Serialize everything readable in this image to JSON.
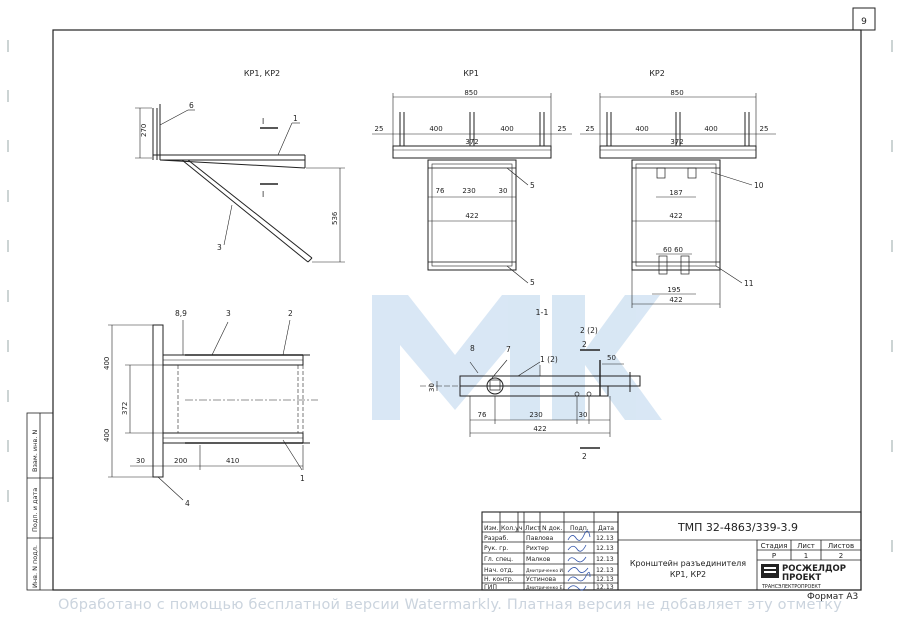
{
  "sheet": {
    "page_number": "9",
    "format_label": "Формат А3",
    "watermark_text": "Обработано с помощью бесплатной версии Watermarkly. Платная версия не добавляет эту отметку"
  },
  "side_stamp": {
    "labels": [
      "Инв. N подл.",
      "Подп. и дата",
      "Взам. инв. N"
    ]
  },
  "views": {
    "left_top": {
      "title": "КР1, КР2",
      "labels": {
        "d_270": "270",
        "d_536": "536",
        "callout_6": "6",
        "callout_1": "1",
        "callout_3": "3",
        "section_top": "I",
        "section_bot": "I"
      }
    },
    "kr1": {
      "title": "КР1",
      "labels": {
        "d_850": "850",
        "d_25_l": "25",
        "d_400_l": "400",
        "d_400_r": "400",
        "d_25_r": "25",
        "d_372": "372",
        "d_76": "76",
        "d_230": "230",
        "d_30": "30",
        "d_422": "422",
        "callout_5a": "5",
        "callout_5b": "5"
      }
    },
    "kr2": {
      "title": "КР2",
      "labels": {
        "d_850": "850",
        "d_25_l": "25",
        "d_400_l": "400",
        "d_400_r": "400",
        "d_25_r": "25",
        "d_372": "372",
        "d_187": "187",
        "d_422": "422",
        "d_60_60": "60 60",
        "d_195": "195",
        "d_422b": "422",
        "callout_10": "10",
        "callout_11": "11"
      }
    },
    "plan": {
      "labels": {
        "callout_89": "8,9",
        "callout_3": "3",
        "callout_2": "2",
        "d_400_top": "400",
        "d_372": "372",
        "d_400_bot": "400",
        "d_30": "30",
        "d_200": "200",
        "d_410": "410",
        "callout_4": "4",
        "callout_1": "1"
      }
    },
    "section": {
      "title": "1-1",
      "labels": {
        "callout_8": "8",
        "callout_7": "7",
        "callout_1_2": "1 (2)",
        "callout_2_2": "2 (2)",
        "d_50": "50",
        "d_30_l": "30",
        "d_76": "76",
        "d_230": "230",
        "d_30": "30",
        "d_422": "422",
        "section_mark": "2",
        "section_mark_b": "2"
      }
    }
  },
  "title_block": {
    "doc_code": "ТМП 32-4863/339-3.9",
    "headers": [
      "Изм.",
      "Кол.уч",
      "Лист",
      "N док.",
      "Подп.",
      "Дата"
    ],
    "roles": [
      {
        "role": "Разраб.",
        "name": "Павлова",
        "date": "12.13"
      },
      {
        "role": "Рук. гр.",
        "name": "Рихтер",
        "date": "12.13"
      },
      {
        "role": "Гл. спец.",
        "name": "Малков",
        "date": "12.13"
      },
      {
        "role": "Нач. отд.",
        "name": "Дмитриченко И.",
        "date": "12.13"
      },
      {
        "role": "Н. контр.",
        "name": "Устинова",
        "date": "12.13"
      },
      {
        "role": "ГИП",
        "name": "Дмитриченко Е.",
        "date": "12.13"
      }
    ],
    "description": [
      "Кронштейн разъединителя",
      "КР1, КР2"
    ],
    "stage_headers": [
      "Стадия",
      "Лист",
      "Листов"
    ],
    "stage_values": [
      "Р",
      "1",
      "2"
    ],
    "company_line1": "РОСЖЕЛДОР",
    "company_line2": "ПРОЕКТ",
    "company_line3": "ТРАНСЭЛЕКТРОПРОЕКТ"
  },
  "colors": {
    "ink": "#222222",
    "watermark_logo": "#b9d4ec",
    "signature": "#3355aa"
  }
}
